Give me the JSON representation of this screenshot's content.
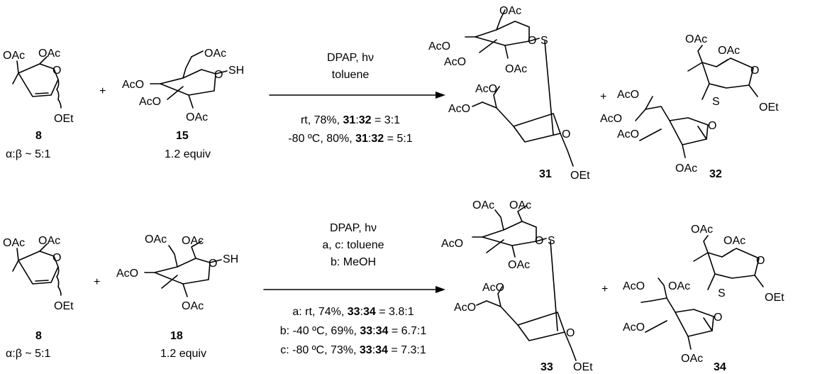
{
  "reaction1": {
    "reactant_a": {
      "id": "8",
      "groups": [
        "OAc",
        "OAc",
        "O",
        "OEt"
      ],
      "anomer_ratio": "α:β ~ 5:1"
    },
    "reactant_b": {
      "id": "15",
      "groups": [
        "OAc",
        "AcO",
        "AcO",
        "O",
        "SH",
        "OAc"
      ],
      "equiv": "1.2 equiv"
    },
    "plus": "+",
    "conditions": {
      "reagents": "DPAP, hν",
      "solvent": "toluene",
      "row1": {
        "prefix": "rt, 78%, ",
        "a": "31",
        "sep": ":",
        "b": "32",
        "suffix": " = 3:1"
      },
      "row2": {
        "prefix": "-80 ºC, 80%, ",
        "a": "31",
        "sep": ":",
        "b": "32",
        "suffix": " = 5:1"
      }
    },
    "product_a": {
      "id": "31",
      "groups": [
        "OAc",
        "AcO",
        "AcO",
        "O",
        "S",
        "OAc",
        "AcO",
        "AcO",
        "O",
        "OEt"
      ]
    },
    "product_b": {
      "id": "32",
      "groups": [
        "OAc",
        "OAc",
        "O",
        "AcO",
        "AcO",
        "AcO",
        "O",
        "S",
        "OAc",
        "OEt"
      ]
    }
  },
  "reaction2": {
    "reactant_a": {
      "id": "8",
      "groups": [
        "OAc",
        "OAc",
        "O",
        "OEt"
      ],
      "anomer_ratio": "α:β ~ 5:1"
    },
    "reactant_b": {
      "id": "18",
      "groups": [
        "OAc",
        "OAc",
        "AcO",
        "O",
        "SH",
        "OAc"
      ],
      "equiv": "1.2 equiv"
    },
    "plus": "+",
    "conditions": {
      "reagents": "DPAP, hν",
      "solvent_ac": "a, c: toluene",
      "solvent_b": "b: MeOH",
      "row1": {
        "prefix": "a: rt, 74%, ",
        "a": "33",
        "sep": ":",
        "b": "34",
        "suffix": " = 3.8:1"
      },
      "row2": {
        "prefix": "b: -40 ºC, 69%, ",
        "a": "33",
        "sep": ":",
        "b": "34",
        "suffix": " = 6.7:1"
      },
      "row3": {
        "prefix": "c: -80 ºC, 73%, ",
        "a": "33",
        "sep": ":",
        "b": "34",
        "suffix": " = 7.3:1"
      }
    },
    "product_a": {
      "id": "33",
      "groups": [
        "OAc",
        "OAc",
        "AcO",
        "O",
        "S",
        "OAc",
        "AcO",
        "AcO",
        "O",
        "OEt"
      ]
    },
    "product_b": {
      "id": "34",
      "groups": [
        "OAc",
        "OAc",
        "O",
        "AcO",
        "OAc",
        "AcO",
        "O",
        "S",
        "OAc",
        "OEt"
      ]
    }
  }
}
